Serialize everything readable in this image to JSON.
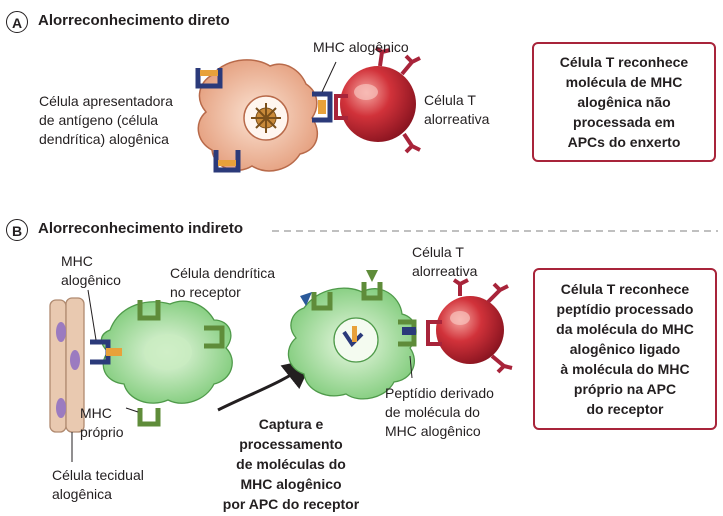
{
  "section_a": {
    "letter": "A",
    "title": "Alorreconhecimento direto",
    "mhc_label": "MHC alogênico",
    "apc_label": "Célula apresentadora\nde antígeno (célula\ndendrítica) alogênica",
    "tcell_label": "Célula T\nalorreativa",
    "box_text": "Célula T reconhece\nmolécula de MHC\nalogênica não\nprocessada em\nAPCs do enxerto"
  },
  "section_b": {
    "letter": "B",
    "title": "Alorreconhecimento indireto",
    "mhc_alo_label": "MHC\nalogênico",
    "dendritic_label": "Célula dendrítica\nno receptor",
    "mhc_proprio_label": "MHC\npróprio",
    "tissue_label": "Célula tecidual\nalogênica",
    "capture_label": "Captura e\nprocessamento\nde moléculas do\nMHC alogênico\npor APC do receptor",
    "tcell_label": "Célula T\nalorreativa",
    "peptide_label": "Peptídio derivado\nde molécula do\nMHC alogênico",
    "box_text": "Célula T reconhece\npeptídio processado\nda molécula do MHC\nalogênico ligado\nà molécula do MHC\npróprio na APC\ndo receptor"
  },
  "colors": {
    "box_border": "#a8243a",
    "mhc_allogeneic": "#2b3a7a",
    "mhc_self": "#5f8c3a",
    "tcr": "#a8243a",
    "peptide": "#e8a13a",
    "apc_allogeneic": "#e8a98a",
    "apc_receptor": "#8fd08a",
    "tcell": "#c1272d",
    "tissue": "#e9c9b0",
    "tissue_nucleus": "#9b7bc0"
  }
}
